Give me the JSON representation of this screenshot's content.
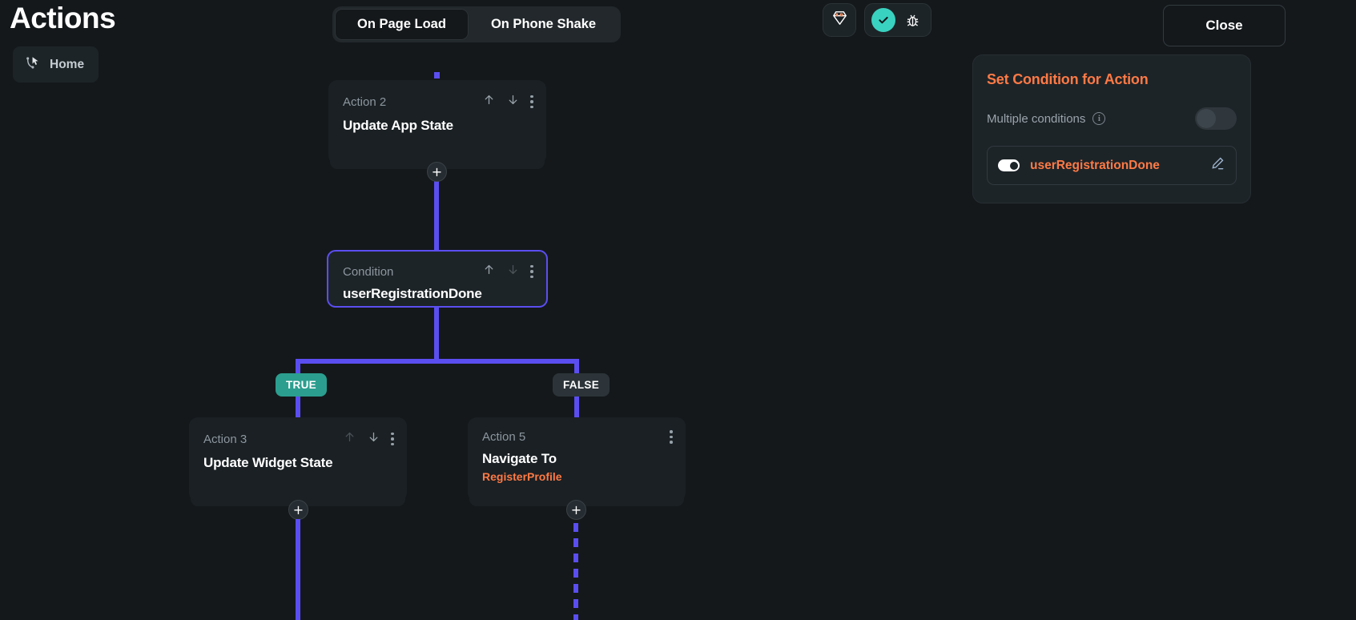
{
  "header": {
    "title": "Actions",
    "breadcrumb": {
      "icon": "flow-cursor-icon",
      "label": "Home"
    },
    "tabs": [
      {
        "label": "On Page Load",
        "active": true
      },
      {
        "label": "On Phone Shake",
        "active": false
      }
    ],
    "gem_button": "gem-icon",
    "toggle_group": {
      "check": "check-circle-icon",
      "bug": "bug-icon"
    },
    "close_label": "Close"
  },
  "condition_panel": {
    "title": "Set Condition for Action",
    "multiple_conditions_label": "Multiple conditions",
    "info_glyph": "i",
    "multiple_conditions_enabled": false,
    "condition_item": {
      "label": "userRegistrationDone",
      "toggle_on": true,
      "edit_icon": "pencil-icon"
    }
  },
  "flow": {
    "nodes": [
      {
        "id": "action2",
        "kicker": "Action 2",
        "title": "Update App State",
        "subtitle": "",
        "up_enabled": true,
        "down_enabled": true,
        "has_menu": true
      },
      {
        "id": "condition",
        "kicker": "Condition",
        "title": "userRegistrationDone",
        "subtitle": "",
        "up_enabled": true,
        "down_enabled": false,
        "has_menu": true,
        "selected": true
      },
      {
        "id": "action3",
        "kicker": "Action 3",
        "title": "Update Widget State",
        "subtitle": "",
        "up_enabled": false,
        "down_enabled": true,
        "has_menu": true
      },
      {
        "id": "action5",
        "kicker": "Action 5",
        "title": "Navigate To",
        "subtitle": "RegisterProfile",
        "up_enabled": false,
        "down_enabled": false,
        "has_menu": true
      }
    ],
    "branches": [
      {
        "label": "TRUE",
        "type": "true"
      },
      {
        "label": "FALSE",
        "type": "false"
      }
    ],
    "add_glyph": "+"
  },
  "colors": {
    "background": "#14181b",
    "node": "#1a2024",
    "accent_purple": "#5b4ef0",
    "accent_orange": "#ff7a45",
    "accent_teal": "#39d2c0",
    "branch_true": "#2b9e8f",
    "branch_false": "#2c3439"
  }
}
